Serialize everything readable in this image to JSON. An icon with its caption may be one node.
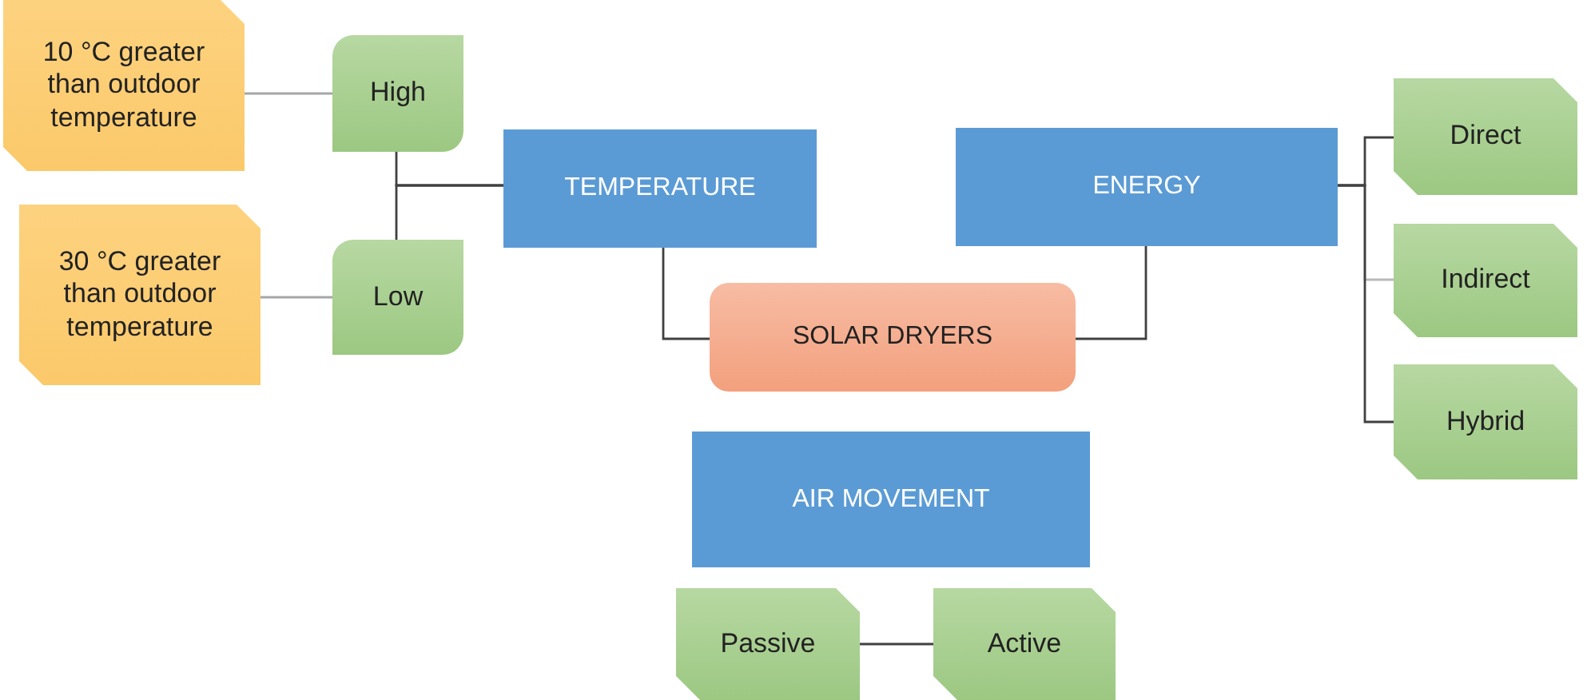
{
  "diagram": {
    "nodes": [
      {
        "text": [
          "10 °C greater than outdoor temperature"
        ]
      },
      {
        "text": [
          "High"
        ]
      },
      {
        "text": [
          "TEMPERATURE"
        ]
      },
      {
        "text": [
          "ENERGY"
        ]
      },
      {
        "text": [
          "Direct"
        ]
      },
      {
        "text": [
          "30 °C greater than outdoor temperature"
        ]
      },
      {
        "text": [
          "Low"
        ]
      },
      {
        "text": [
          "Indirect"
        ]
      },
      {
        "text": [
          "SOLAR DRYERS"
        ]
      },
      {
        "text": [
          "Hybrid"
        ]
      },
      {
        "text": [
          "AIR MOVEMENT"
        ]
      },
      {
        "text": [
          "Passive"
        ]
      },
      {
        "text": [
          "Active"
        ]
      }
    ],
    "edges": [
      {
        "from": 1,
        "to": 0,
        "arrow": "none",
        "color": "#a6a6a6"
      },
      {
        "from": 2,
        "to": 1,
        "arrow": "none"
      },
      {
        "from": 2,
        "to": 6,
        "arrow": "none"
      },
      {
        "from": 6,
        "to": 5,
        "arrow": "none",
        "color": "#a6a6a6"
      },
      {
        "from": 8,
        "to": 2,
        "arrow": "none"
      },
      {
        "from": 8,
        "to": 3,
        "arrow": "none"
      },
      {
        "from": 3,
        "to": 4,
        "arrow": "none"
      },
      {
        "from": 3,
        "to": 7,
        "arrow": "none",
        "color": "#b8b8b8"
      },
      {
        "from": 3,
        "to": 9,
        "arrow": "none"
      },
      {
        "from": 11,
        "to": 12,
        "arrow": "none"
      }
    ]
  }
}
